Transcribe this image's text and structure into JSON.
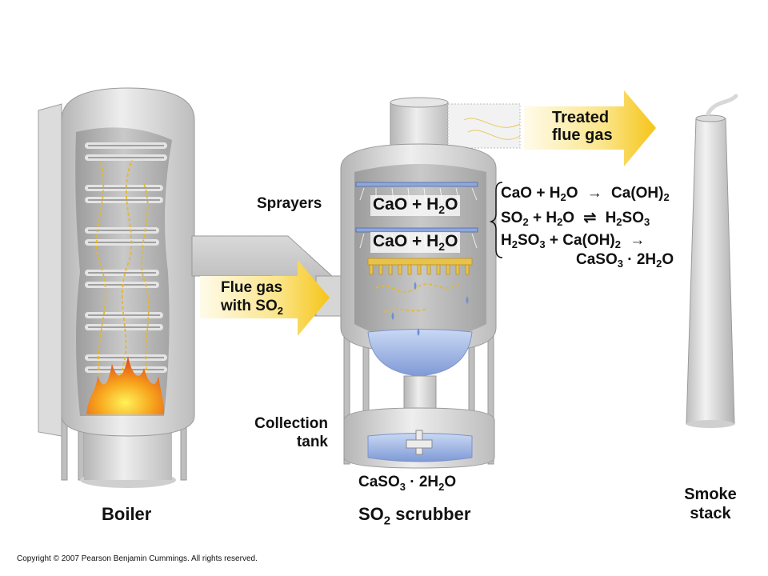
{
  "labels": {
    "treated_flue_gas_line1": "Treated",
    "treated_flue_gas_line2": "flue gas",
    "sprayers": "Sprayers",
    "flue_gas_line1": "Flue gas",
    "flue_gas_line2_prefix": "with SO",
    "flue_gas_line2_sub": "2",
    "collection_tank_line1": "Collection",
    "collection_tank_line2": "tank",
    "boiler": "Boiler",
    "scrubber_prefix": "SO",
    "scrubber_sub": "2",
    "scrubber_suffix": " scrubber",
    "smoke_stack_line1": "Smoke",
    "smoke_stack_line2": "stack",
    "tank_product_a": "CaSO",
    "tank_product_a_sub": "3",
    "tank_product_b": " · 2H",
    "tank_product_b_sub": "2",
    "tank_product_c": "O"
  },
  "sprayer_labels": {
    "cao": "CaO",
    "plus": " + ",
    "h": "H",
    "h_sub": "2",
    "o": "O"
  },
  "equations": {
    "eq1": {
      "a": "CaO + H",
      "a_sub": "2",
      "b": "O",
      "arrow": "→",
      "c": "Ca(OH)",
      "c_sub": "2"
    },
    "eq2": {
      "a": "SO",
      "a_sub": "2",
      "b": " + H",
      "b_sub": "2",
      "c": "O",
      "arrow": "⇌",
      "d": "H",
      "d_sub": "2",
      "e": "SO",
      "e_sub": "3"
    },
    "eq3": {
      "a": "H",
      "a_sub": "2",
      "b": "SO",
      "b_sub": "3",
      "c": " + Ca(OH)",
      "c_sub": "2",
      "arrow": "→"
    },
    "eq4": {
      "a": "CaSO",
      "a_sub": "3",
      "b": " · 2H",
      "b_sub": "2",
      "c": "O"
    }
  },
  "copyright": "Copyright © 2007 Pearson Benjamin Cummings.  All rights reserved.",
  "colors": {
    "metal_light": "#e6e6e6",
    "metal_mid": "#c8c8c8",
    "metal_dark": "#9a9a9a",
    "arrow_yellow": "#f7d23a",
    "flame_orange": "#f08a1c",
    "water_blue": "#9fb6e6"
  }
}
